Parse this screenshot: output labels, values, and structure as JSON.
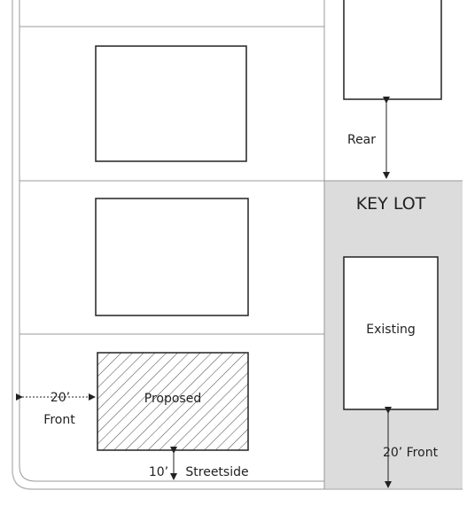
{
  "labels": {
    "key_lot": "KEY LOT",
    "rear": "Rear",
    "existing": "Existing",
    "proposed": "Proposed",
    "front_setback_value": "20’",
    "front_setback_label": "Front",
    "key_lot_front": "20’ Front",
    "streetside_value": "10’",
    "streetside_label": "Streetside"
  },
  "colors": {
    "key_lot_fill": "#dcdcdc",
    "line": "#222222",
    "faint_line": "#999999",
    "outer_border": "#bbbbbb"
  }
}
